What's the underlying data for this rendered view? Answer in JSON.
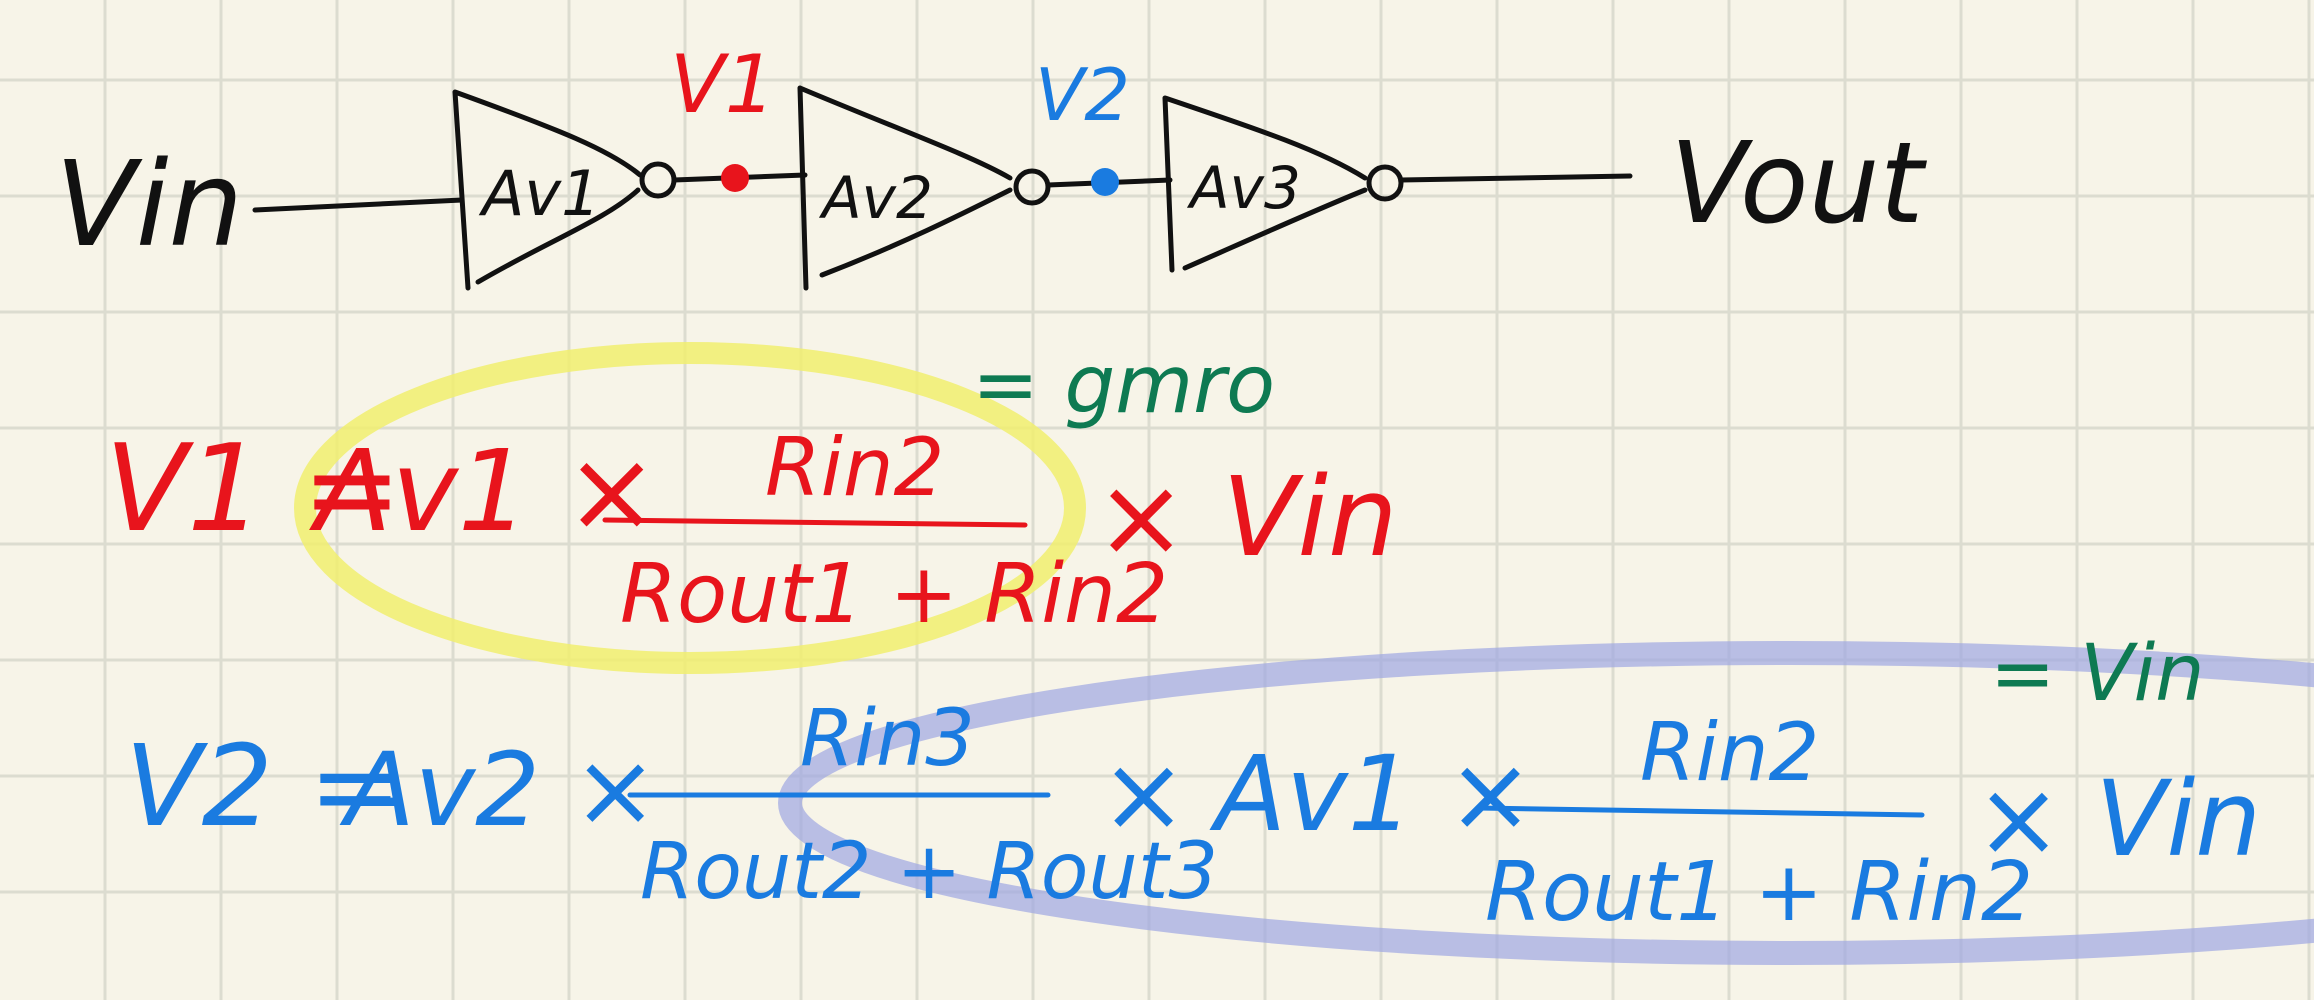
{
  "colors": {
    "background": "#f7f4e8",
    "grid": "#dcdcd0",
    "ink_black": "#111111",
    "ink_red": "#e8141c",
    "ink_blue": "#1a7be0",
    "ink_green": "#0e7a52",
    "highlight_yellow": "#f1ee6e",
    "highlight_purple": "#9ea6e2"
  },
  "circuit": {
    "input_label": "Vin",
    "output_label": "Vout",
    "node1_label": "V1",
    "node2_label": "V2",
    "stages": [
      {
        "label": "Av1"
      },
      {
        "label": "Av2"
      },
      {
        "label": "Av3"
      }
    ]
  },
  "eq1": {
    "lhs": "V1 =",
    "gain": "Av1 ×",
    "numerator": "Rin2",
    "denominator": "Rout1 + Rin2",
    "tail": "× Vin",
    "annotation": "= gmro"
  },
  "eq2": {
    "lhs": "V2 =",
    "gain": "Av2 ×",
    "numerator1": "Rin3",
    "denominator1": "Rout2 + Rout3",
    "mult": "×",
    "gain2": "Av1 ×",
    "numerator2": "Rin2",
    "denominator2": "Rout1 + Rin2",
    "tail": "× Vin",
    "annotation": "= Vin"
  }
}
